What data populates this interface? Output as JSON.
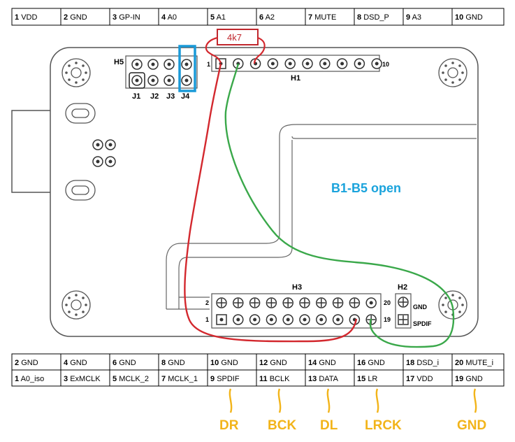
{
  "top_table": [
    {
      "num": "1",
      "label": "VDD"
    },
    {
      "num": "2",
      "label": "GND"
    },
    {
      "num": "3",
      "label": "GP-IN"
    },
    {
      "num": "4",
      "label": "A0"
    },
    {
      "num": "5",
      "label": "A1"
    },
    {
      "num": "6",
      "label": "A2"
    },
    {
      "num": "7",
      "label": "MUTE"
    },
    {
      "num": "8",
      "label": "DSD_P"
    },
    {
      "num": "9",
      "label": "A3"
    },
    {
      "num": "10",
      "label": "GND"
    }
  ],
  "bottom_table_row1": [
    {
      "num": "2",
      "label": "GND"
    },
    {
      "num": "4",
      "label": "GND"
    },
    {
      "num": "6",
      "label": "GND"
    },
    {
      "num": "8",
      "label": "GND"
    },
    {
      "num": "10",
      "label": "GND"
    },
    {
      "num": "12",
      "label": "GND"
    },
    {
      "num": "14",
      "label": "GND"
    },
    {
      "num": "16",
      "label": "GND"
    },
    {
      "num": "18",
      "label": "DSD_i"
    },
    {
      "num": "20",
      "label": "MUTE_i"
    }
  ],
  "bottom_table_row2": [
    {
      "num": "1",
      "label": "A0_iso"
    },
    {
      "num": "3",
      "label": "ExMCLK"
    },
    {
      "num": "5",
      "label": "MCLK_2"
    },
    {
      "num": "7",
      "label": "MCLK_1"
    },
    {
      "num": "9",
      "label": "SPDIF"
    },
    {
      "num": "11",
      "label": "BCLK"
    },
    {
      "num": "13",
      "label": "DATA"
    },
    {
      "num": "15",
      "label": "LR"
    },
    {
      "num": "17",
      "label": "VDD"
    },
    {
      "num": "19",
      "label": "GND"
    }
  ],
  "board": {
    "h5": "H5",
    "h1": "H1",
    "h3": "H3",
    "h2": "H2",
    "j1": "J1",
    "j2": "J2",
    "j3": "J3",
    "j4": "J4",
    "h1_pin_left": "1",
    "h1_pin_right": "10",
    "h3_pin2": "2",
    "h3_pin1": "1",
    "h3_pin20": "20",
    "h3_pin19": "19",
    "h2_gnd": "GND",
    "h2_spdif": "SPDIF"
  },
  "resistor_label": "4k7",
  "note": "B1-B5 open",
  "signal_labels": [
    "DR",
    "BCK",
    "DL",
    "LRCK",
    "GND"
  ],
  "colors": {
    "red_wire": "#d3282e",
    "green_wire": "#3aa84a",
    "yellow_wire": "#f2b41a",
    "blue_highlight": "#1a9ad8",
    "resistor": "#c0272d",
    "board_outline": "#555555"
  }
}
